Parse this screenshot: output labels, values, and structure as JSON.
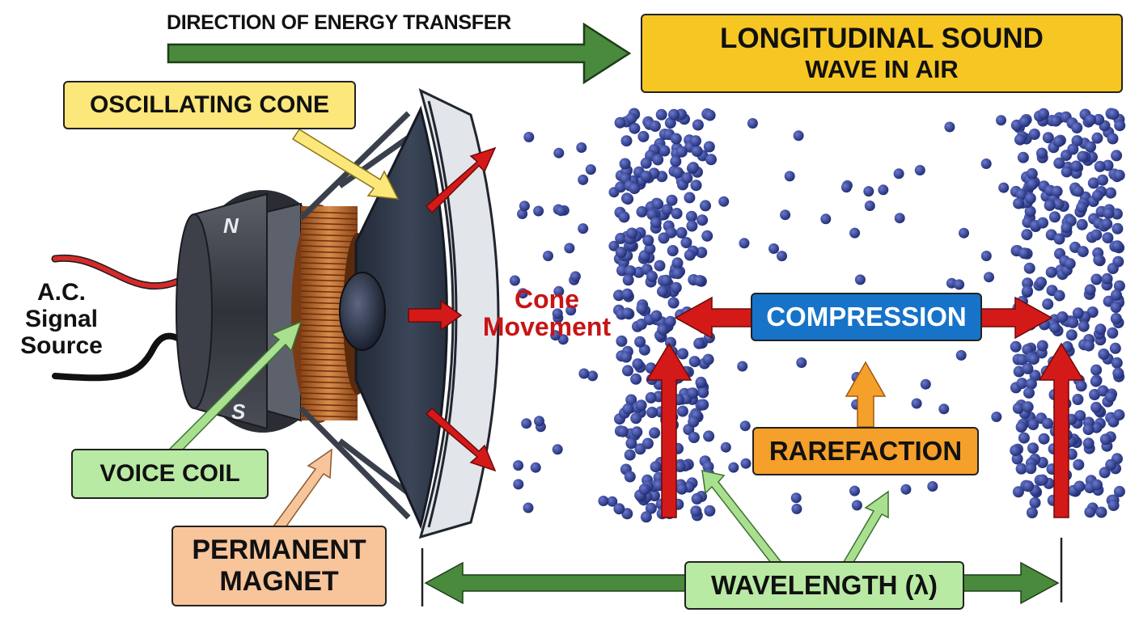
{
  "direction_label": "DIRECTION OF ENERGY TRANSFER",
  "title": {
    "line1": "LONGITUDINAL SOUND",
    "line2": "WAVE IN AIR"
  },
  "labels": {
    "oscillating_cone": "OSCILLATING CONE",
    "voice_coil": "VOICE COIL",
    "permanent_magnet_line1": "PERMANENT",
    "permanent_magnet_line2": "MAGNET",
    "signal_line1": "A.C.",
    "signal_line2": "Signal",
    "signal_line3": "Source",
    "cone_movement_line1": "Cone",
    "cone_movement_line2": "Movement",
    "compression": "COMPRESSION",
    "rarefaction": "RAREFACTION",
    "wavelength": "WAVELENGTH (λ)",
    "magnet_north": "N",
    "magnet_south": "S"
  },
  "colors": {
    "particle": "#2b3a8c",
    "compression_box": "#1673c8",
    "rarefaction_box": "#f5a02a",
    "green_label_box": "#b9eaa4",
    "yellow_label_box": "#fce77a",
    "peach_label_box": "#f8c49a",
    "title_box": "#f6c623",
    "red_arrow": "#d41919",
    "green_arrow": "#4a8a3c",
    "copper_coil": "#b8642b"
  }
}
